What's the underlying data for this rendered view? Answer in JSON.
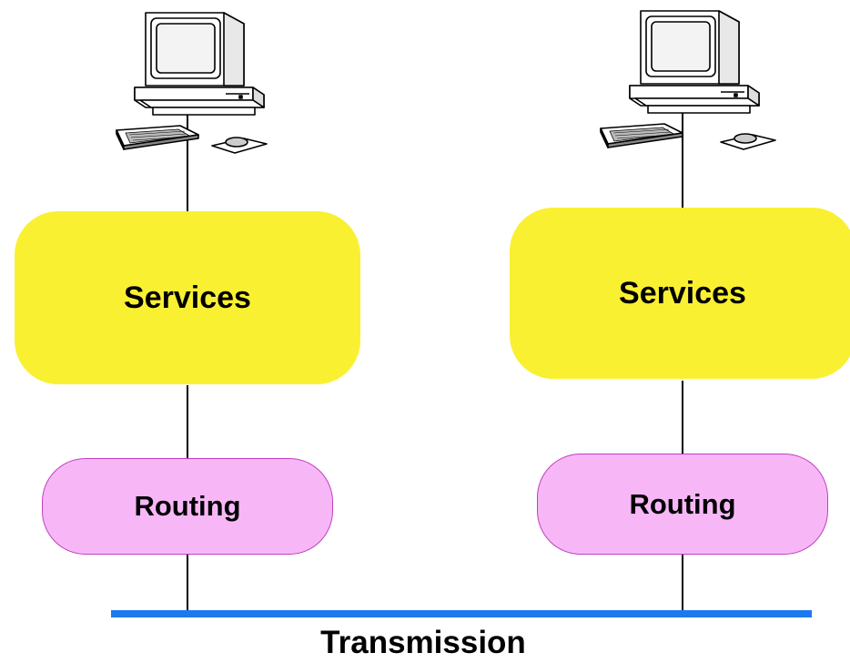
{
  "colors": {
    "services_fill": "#faf032",
    "routing_fill": "#f7b7f7",
    "routing_border": "#c040c0",
    "bus": "#1e78f0",
    "line": "#000000"
  },
  "left_node": {
    "computer_icon": "desktop-computer-icon",
    "services_label": "Services",
    "routing_label": "Routing"
  },
  "right_node": {
    "computer_icon": "desktop-computer-icon",
    "services_label": "Services",
    "routing_label": "Routing"
  },
  "bus": {
    "label": "Transmission"
  }
}
